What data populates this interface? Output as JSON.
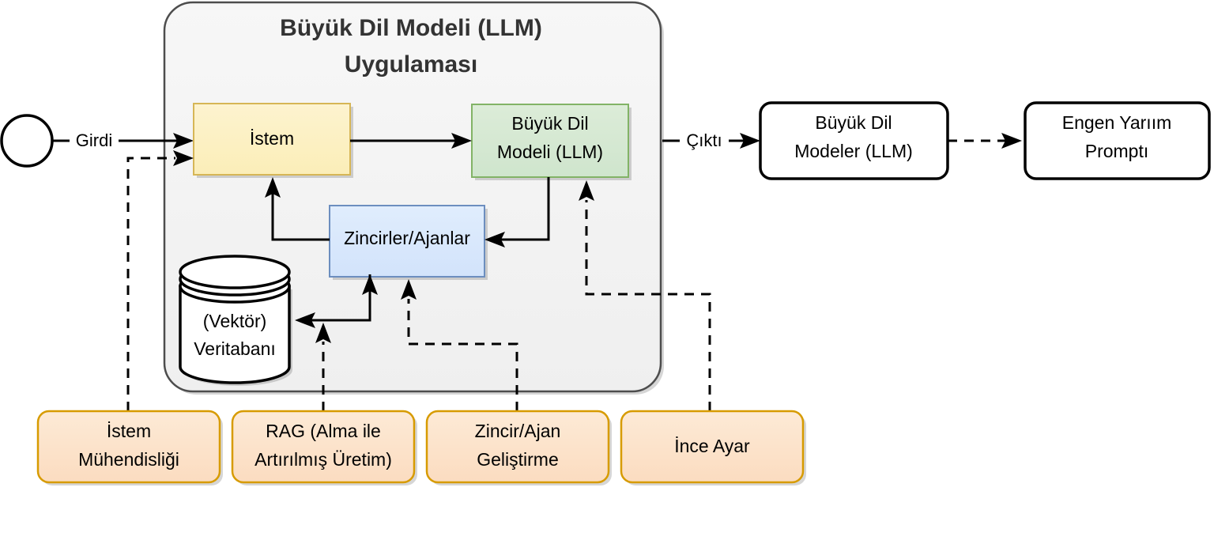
{
  "diagram": {
    "title": "Büyük Dil Modeli (LLM) Uygulaması",
    "container": {
      "title_line1": "Büyük Dil Modeli (LLM)",
      "title_line2": "Uygulaması",
      "fill": "#f2f2f2",
      "stroke": "#4d4d4d"
    },
    "start_node": {
      "name": "start-circle",
      "stroke": "#000000",
      "fill": "#ffffff"
    },
    "edge_labels": {
      "input": "Girdi",
      "output": "Çıktı"
    },
    "nodes": {
      "prompt": {
        "label": "İstem",
        "fill": "#fff2cc",
        "stroke": "#d6b656"
      },
      "llm": {
        "label_line1": "Büyük Dil",
        "label_line2": "Modeli (LLM)",
        "fill": "#d5e8d4",
        "stroke": "#82b366"
      },
      "chains": {
        "label": "Zincirler/Ajanlar",
        "fill": "#dae8fc",
        "stroke": "#6c8ebf"
      },
      "vector_db": {
        "label_line1": "(Vektör)",
        "label_line2": "Veritabanı",
        "fill": "#ffffff",
        "stroke": "#000000"
      },
      "llm_external": {
        "label_line1": "Büyük Dil",
        "label_line2": "Modeler (LLM)",
        "fill": "#ffffff",
        "stroke": "#000000"
      },
      "blocked_prompt": {
        "label_line1": "Engen Yarıım",
        "label_line2": "Promptı",
        "fill": "#ffffff",
        "stroke": "#000000"
      }
    },
    "skills": [
      {
        "id": "prompt-engineering",
        "label_line1": "İstem",
        "label_line2": "Mühendisliği",
        "fill": "#fce4cd",
        "stroke": "#d79b00"
      },
      {
        "id": "rag",
        "label_line1": "RAG (Alma ile",
        "label_line2": "Artırılmış Üretim)",
        "fill": "#fce4cd",
        "stroke": "#d79b00"
      },
      {
        "id": "chain-agent-development",
        "label_line1": "Zincir/Ajan",
        "label_line2": "Geliştirme",
        "fill": "#fce4cd",
        "stroke": "#d79b00"
      },
      {
        "id": "fine-tuning",
        "label_line1": "İnce Ayar",
        "label_line2": "",
        "fill": "#fce4cd",
        "stroke": "#d79b00"
      }
    ]
  }
}
